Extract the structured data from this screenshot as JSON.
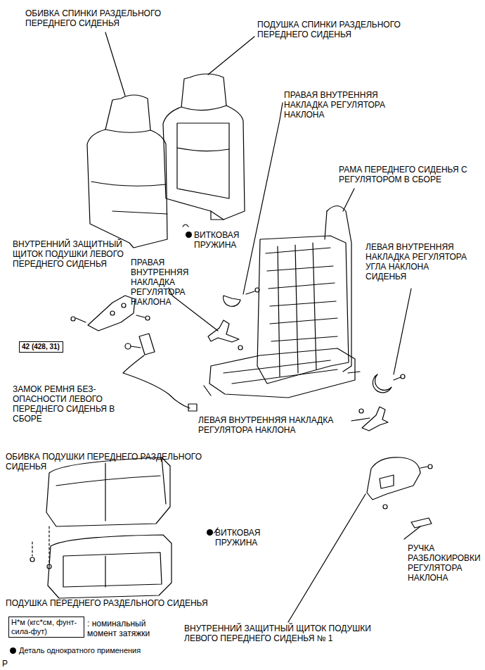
{
  "diagram": {
    "nodes": [
      {
        "text": [
          "42 (428, 31)"
        ]
      },
      {
        "text": [
          "Н*м (кгс*см, фунт-сила-фут)"
        ]
      }
    ],
    "edges": [],
    "labels": [
      "ОБИВКА СПИНКИ РАЗДЕЛЬНОГО ПЕРЕДНЕГО СИДЕНЬЯ",
      "ПОДУШКА СПИНКИ РАЗДЕЛЬНОГО ПЕРЕДНЕГО СИДЕНЬЯ",
      "ПРАВАЯ ВНУТРЕННЯЯ НАКЛАДКА РЕГУЛЯТОРА НАКЛОНА",
      "РАМА ПЕРЕДНЕГО СИДЕНЬЯ С РЕГУЛЯТОРОМ В СБОРЕ",
      "ВИТКОВАЯ ПРУЖИНА",
      "ВНУТРЕННИЙ ЗАЩИТНЫЙ ЩИТОК ПОДУШКИ ЛЕВОГО ПЕРЕДНЕГО СИДЕНЬЯ",
      "ПРАВАЯ ВНУТРЕННЯЯ НАКЛАДКА РЕГУЛЯТОРА НАКЛОНА",
      "ЛЕВАЯ ВНУТРЕННЯЯ НАКЛАДКА РЕГУЛЯТОРА УГЛА НАКЛОНА СИДЕНЬЯ",
      "ЗАМОК РЕМНЯ БЕЗ- ОПАСНОСТИ ЛЕВОГО ПЕРЕДНЕГО СИДЕНЬЯ В СБОРЕ",
      "ЛЕВАЯ ВНУТРЕННЯЯ НАКЛАДКА РЕГУЛЯТОРА НАКЛОНА",
      "ОБИВКА ПОДУШКИ ПЕРЕДНЕГО РАЗДЕЛЬНОГО СИДЕНЬЯ",
      "ВИТКОВАЯ ПРУЖИНА",
      "РУЧКА РАЗБЛОКИРОВКИ РЕГУЛЯТОРА НАКЛОНА",
      "ПОДУШКА ПЕРЕДНЕГО РАЗДЕЛЬНОГО СИДЕНЬЯ",
      ": номинальный момент затяжки",
      "ВНУТРЕННИЙ ЗАЩИТНЫЙ ЩИТОК ПОДУШКИ ЛЕВОГО ПЕРЕДНЕГО СИДЕНЬЯ № 1",
      "P"
    ],
    "legend": [
      {
        "text": "Деталь однократного применения"
      }
    ]
  }
}
